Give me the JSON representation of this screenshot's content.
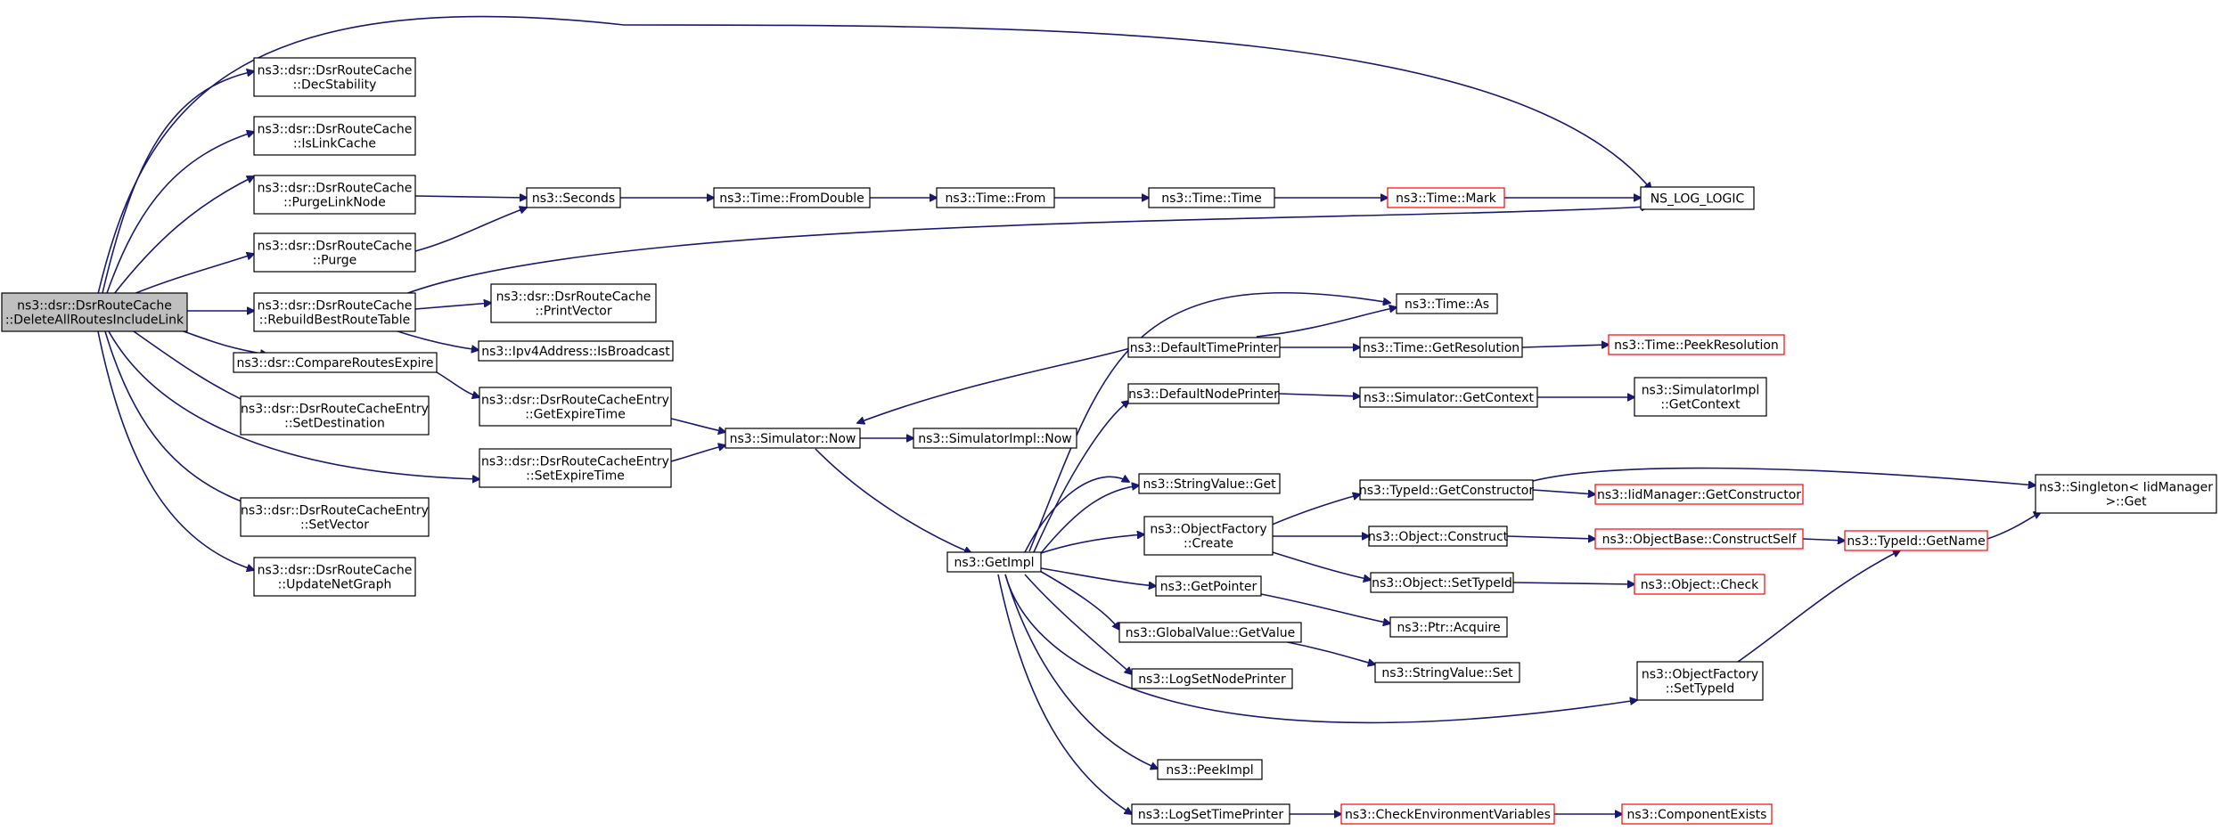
{
  "nodes": [
    {
      "id": "root",
      "lines": [
        "ns3::dsr::DsrRouteCache",
        "::DeleteAllRoutesIncludeLink"
      ],
      "style": "root"
    },
    {
      "id": "decstability",
      "lines": [
        "ns3::dsr::DsrRouteCache",
        "::DecStability"
      ],
      "style": "normal"
    },
    {
      "id": "islinkcache",
      "lines": [
        "ns3::dsr::DsrRouteCache",
        "::IsLinkCache"
      ],
      "style": "normal"
    },
    {
      "id": "purgelinknode",
      "lines": [
        "ns3::dsr::DsrRouteCache",
        "::PurgeLinkNode"
      ],
      "style": "normal"
    },
    {
      "id": "purge",
      "lines": [
        "ns3::dsr::DsrRouteCache",
        "::Purge"
      ],
      "style": "normal"
    },
    {
      "id": "rebuild",
      "lines": [
        "ns3::dsr::DsrRouteCache",
        "::RebuildBestRouteTable"
      ],
      "style": "normal"
    },
    {
      "id": "compare",
      "lines": [
        "ns3::dsr::CompareRoutesExpire"
      ],
      "style": "normal"
    },
    {
      "id": "setdest",
      "lines": [
        "ns3::dsr::DsrRouteCacheEntry",
        "::SetDestination"
      ],
      "style": "normal"
    },
    {
      "id": "setvector",
      "lines": [
        "ns3::dsr::DsrRouteCacheEntry",
        "::SetVector"
      ],
      "style": "normal"
    },
    {
      "id": "updatenet",
      "lines": [
        "ns3::dsr::DsrRouteCache",
        "::UpdateNetGraph"
      ],
      "style": "normal"
    },
    {
      "id": "seconds",
      "lines": [
        "ns3::Seconds"
      ],
      "style": "normal"
    },
    {
      "id": "printvector",
      "lines": [
        "ns3::dsr::DsrRouteCache",
        "::PrintVector"
      ],
      "style": "normal"
    },
    {
      "id": "isbroadcast",
      "lines": [
        "ns3::Ipv4Address::IsBroadcast"
      ],
      "style": "normal"
    },
    {
      "id": "getexpire",
      "lines": [
        "ns3::dsr::DsrRouteCacheEntry",
        "::GetExpireTime"
      ],
      "style": "normal"
    },
    {
      "id": "setexpire",
      "lines": [
        "ns3::dsr::DsrRouteCacheEntry",
        "::SetExpireTime"
      ],
      "style": "normal"
    },
    {
      "id": "fromdouble",
      "lines": [
        "ns3::Time::FromDouble"
      ],
      "style": "normal"
    },
    {
      "id": "from",
      "lines": [
        "ns3::Time::From"
      ],
      "style": "normal"
    },
    {
      "id": "time",
      "lines": [
        "ns3::Time::Time"
      ],
      "style": "normal"
    },
    {
      "id": "mark",
      "lines": [
        "ns3::Time::Mark"
      ],
      "style": "red"
    },
    {
      "id": "nslog",
      "lines": [
        "NS_LOG_LOGIC"
      ],
      "style": "normal"
    },
    {
      "id": "simnow",
      "lines": [
        "ns3::Simulator::Now"
      ],
      "style": "normal"
    },
    {
      "id": "simimplnow",
      "lines": [
        "ns3::SimulatorImpl::Now"
      ],
      "style": "normal"
    },
    {
      "id": "getimpl",
      "lines": [
        "ns3::GetImpl"
      ],
      "style": "normal"
    },
    {
      "id": "deftime",
      "lines": [
        "ns3::DefaultTimePrinter"
      ],
      "style": "normal"
    },
    {
      "id": "defnode",
      "lines": [
        "ns3::DefaultNodePrinter"
      ],
      "style": "normal"
    },
    {
      "id": "strget",
      "lines": [
        "ns3::StringValue::Get"
      ],
      "style": "normal"
    },
    {
      "id": "objcreate",
      "lines": [
        "ns3::ObjectFactory",
        "::Create"
      ],
      "style": "normal"
    },
    {
      "id": "getpointer",
      "lines": [
        "ns3::GetPointer"
      ],
      "style": "normal"
    },
    {
      "id": "globalget",
      "lines": [
        "ns3::GlobalValue::GetValue"
      ],
      "style": "normal"
    },
    {
      "id": "logsetnode",
      "lines": [
        "ns3::LogSetNodePrinter"
      ],
      "style": "normal"
    },
    {
      "id": "peekimpl",
      "lines": [
        "ns3::PeekImpl"
      ],
      "style": "normal"
    },
    {
      "id": "logsettime",
      "lines": [
        "ns3::LogSetTimePrinter"
      ],
      "style": "normal"
    },
    {
      "id": "timeas",
      "lines": [
        "ns3::Time::As"
      ],
      "style": "normal"
    },
    {
      "id": "getres",
      "lines": [
        "ns3::Time::GetResolution"
      ],
      "style": "normal"
    },
    {
      "id": "peekres",
      "lines": [
        "ns3::Time::PeekResolution"
      ],
      "style": "red"
    },
    {
      "id": "simctx",
      "lines": [
        "ns3::Simulator::GetContext"
      ],
      "style": "normal"
    },
    {
      "id": "simimplctx",
      "lines": [
        "ns3::SimulatorImpl",
        "::GetContext"
      ],
      "style": "normal"
    },
    {
      "id": "typeidctor",
      "lines": [
        "ns3::TypeId::GetConstructor"
      ],
      "style": "normal"
    },
    {
      "id": "iidctor",
      "lines": [
        "ns3::IidManager::GetConstructor"
      ],
      "style": "red"
    },
    {
      "id": "objconstruct",
      "lines": [
        "ns3::Object::Construct"
      ],
      "style": "normal"
    },
    {
      "id": "objbase",
      "lines": [
        "ns3::ObjectBase::ConstructSelf"
      ],
      "style": "red"
    },
    {
      "id": "typeidname",
      "lines": [
        "ns3::TypeId::GetName"
      ],
      "style": "red"
    },
    {
      "id": "singleton",
      "lines": [
        "ns3::Singleton< IidManager",
        " >::Get"
      ],
      "style": "normal"
    },
    {
      "id": "objsettype",
      "lines": [
        "ns3::Object::SetTypeId"
      ],
      "style": "normal"
    },
    {
      "id": "objcheck",
      "lines": [
        "ns3::Object::Check"
      ],
      "style": "red"
    },
    {
      "id": "ptracq",
      "lines": [
        "ns3::Ptr::Acquire"
      ],
      "style": "normal"
    },
    {
      "id": "strset",
      "lines": [
        "ns3::StringValue::Set"
      ],
      "style": "normal"
    },
    {
      "id": "ofsettype",
      "lines": [
        "ns3::ObjectFactory",
        "::SetTypeId"
      ],
      "style": "normal"
    },
    {
      "id": "checkenv",
      "lines": [
        "ns3::CheckEnvironmentVariables"
      ],
      "style": "red"
    },
    {
      "id": "compexists",
      "lines": [
        "ns3::ComponentExists"
      ],
      "style": "red"
    }
  ]
}
